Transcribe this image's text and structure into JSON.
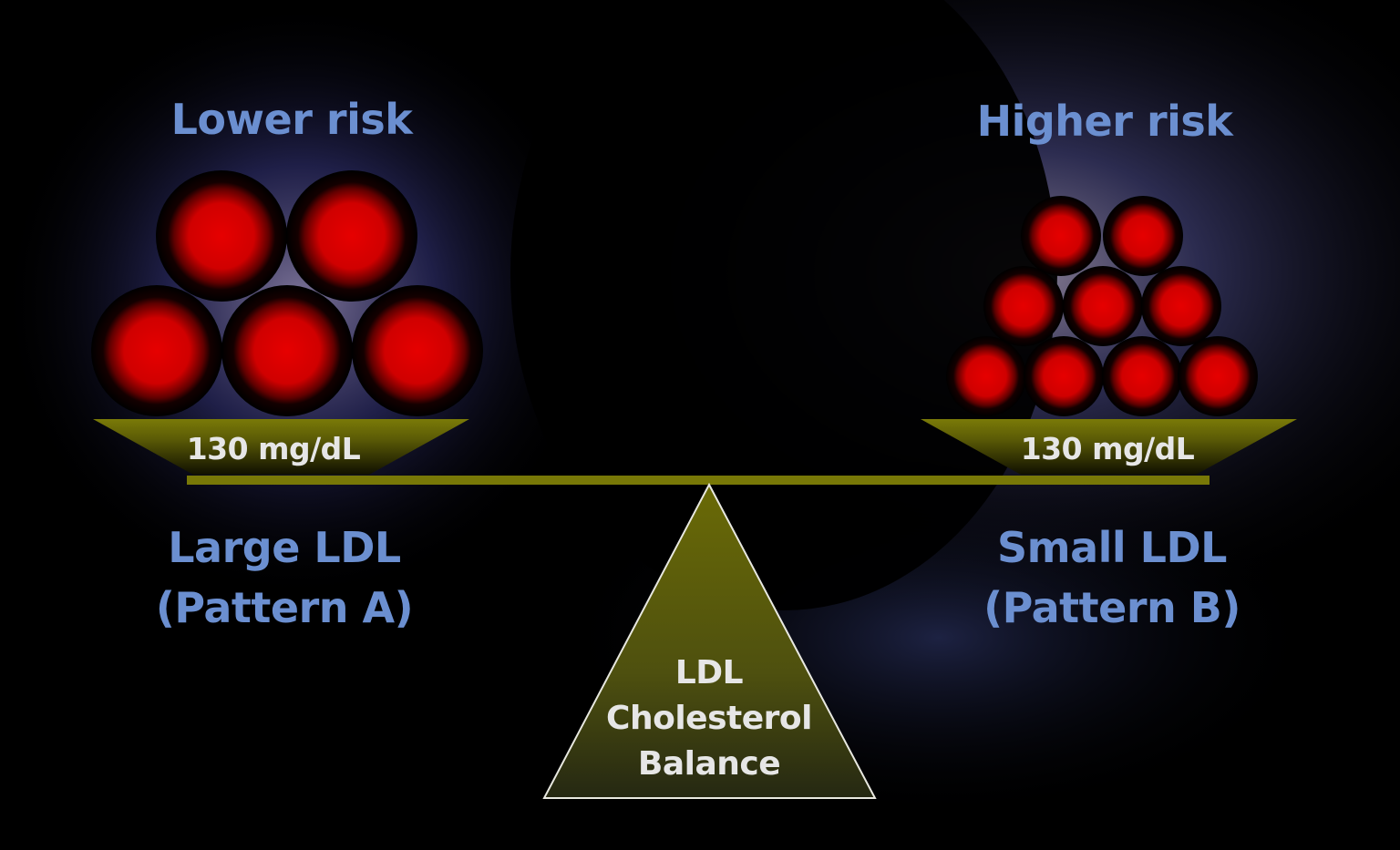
{
  "colors": {
    "background": "#000000",
    "label_blue": "#6b8fd0",
    "scale_olive": "#787807",
    "particle_red": "#e00000",
    "text_light": "#e6e6e6"
  },
  "left": {
    "risk_label": "Lower risk",
    "concentration": "130 mg/dL",
    "title_line1": "Large LDL",
    "title_line2": "(Pattern A)",
    "particle_count": 5
  },
  "right": {
    "risk_label": "Higher risk",
    "concentration": "130 mg/dL",
    "title_line1": "Small LDL",
    "title_line2": "(Pattern B)",
    "particle_count": 9
  },
  "fulcrum": {
    "line1": "LDL",
    "line2": "Cholesterol",
    "line3": "Balance"
  }
}
